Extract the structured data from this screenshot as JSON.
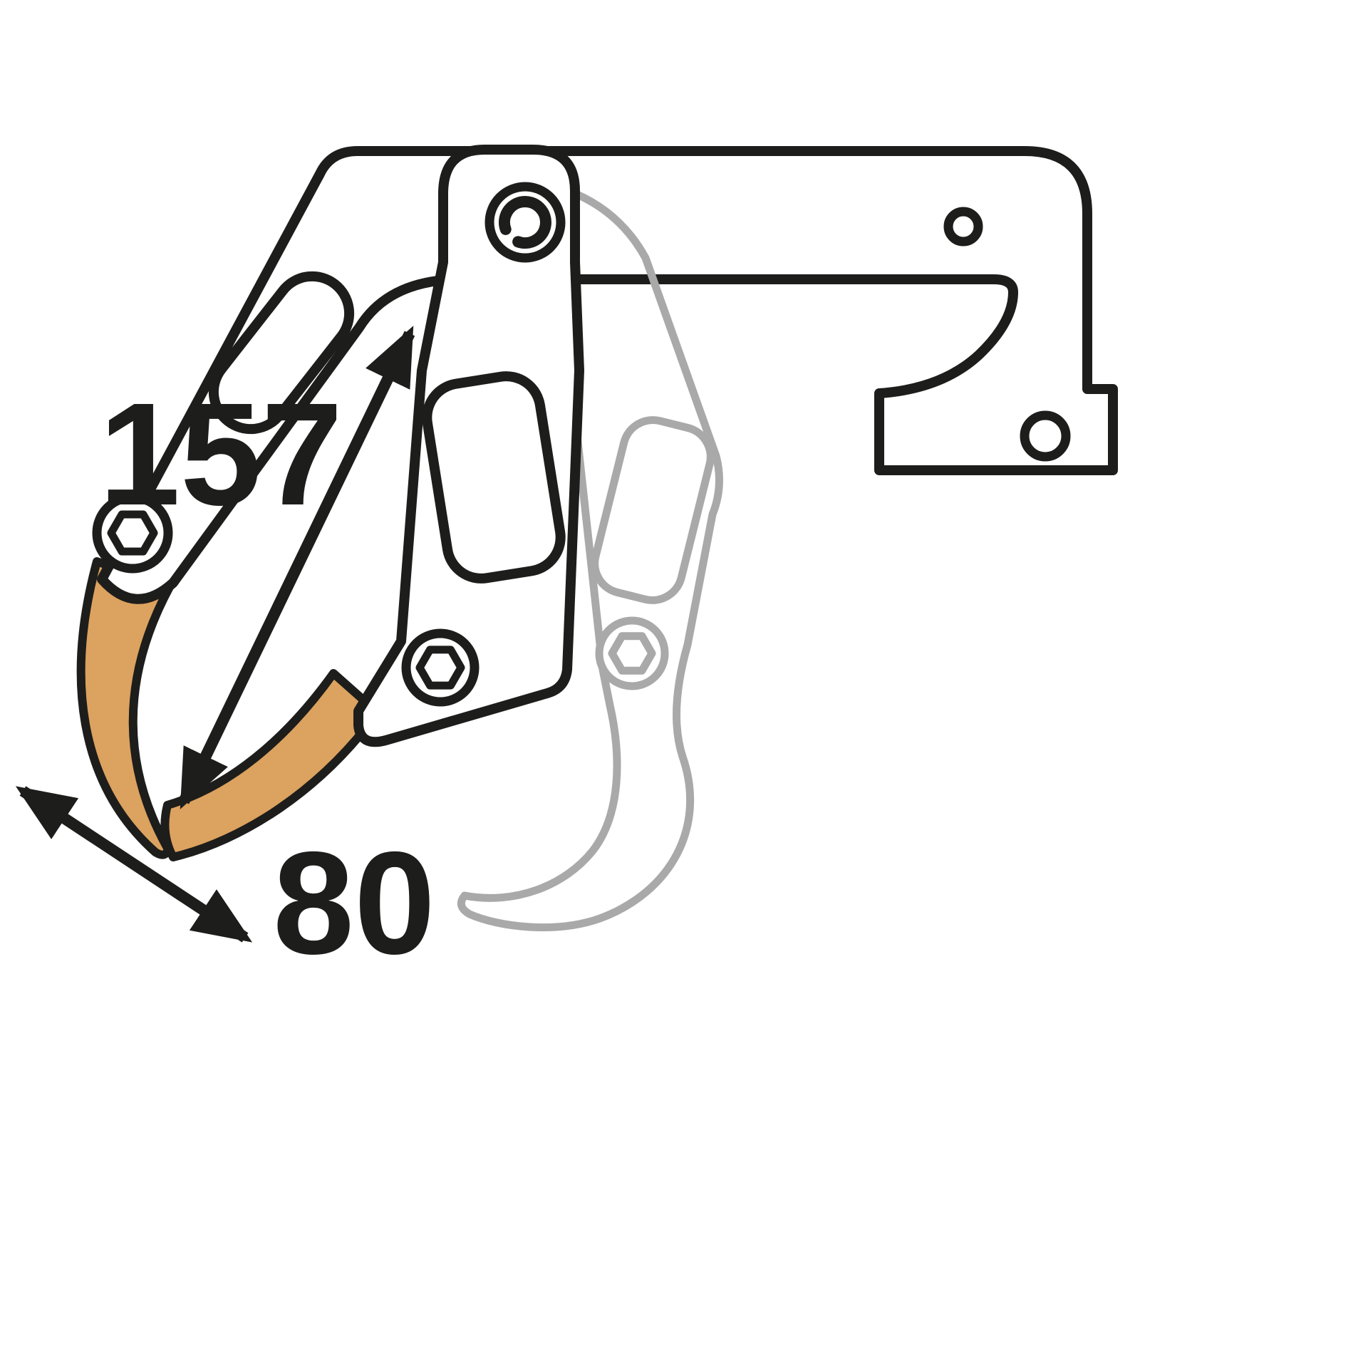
{
  "diagram": {
    "type": "technical-line-drawing",
    "subject": "Scaffold hook connector, side view, with ghosted open-gate position and dimension callouts",
    "dimensions": {
      "length": {
        "value": "157"
      },
      "width": {
        "value": "80"
      }
    },
    "colors": {
      "outline": "#1d1d1b",
      "ghost": "#a9a9a9",
      "highlight": "#dca25f",
      "background": "#ffffff"
    },
    "icons": {
      "hex-bolt-icon": "hexagon inside circle",
      "pivot-ring-icon": "open C-shaped ring",
      "rivet-hole-icon": "circle",
      "dimension-arrow-icon": "double-headed arrow"
    }
  }
}
